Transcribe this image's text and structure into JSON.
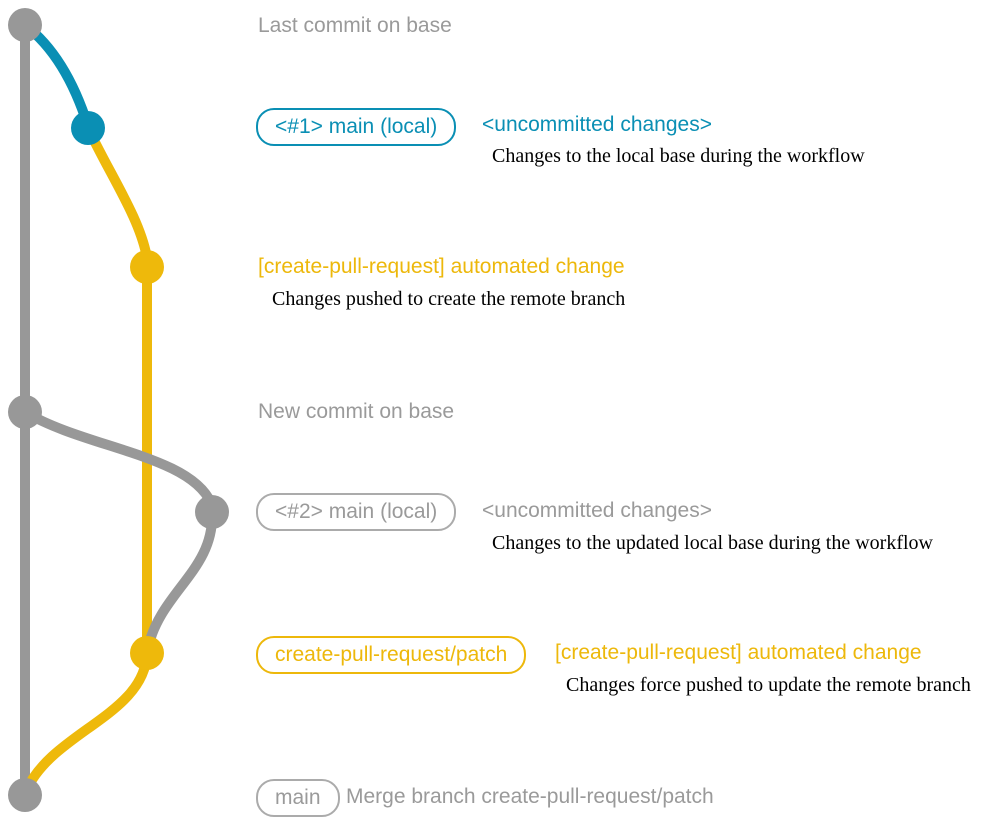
{
  "diagram": {
    "type": "git-branch-workflow",
    "colors": {
      "base_branch": "#989898",
      "local_branch": "#0a8fb4",
      "remote_branch": "#eeb90b"
    },
    "commits": [
      {
        "id": "last-commit-on-base",
        "branch": "base",
        "color_key": "base_branch"
      },
      {
        "id": "local-uncommitted-1",
        "branch": "main (local)",
        "color_key": "local_branch"
      },
      {
        "id": "automated-change-1",
        "branch": "create-pull-request/patch",
        "color_key": "remote_branch"
      },
      {
        "id": "new-commit-on-base",
        "branch": "base",
        "color_key": "base_branch"
      },
      {
        "id": "local-uncommitted-2",
        "branch": "main (local)",
        "color_key": "base_branch"
      },
      {
        "id": "automated-change-2",
        "branch": "create-pull-request/patch",
        "color_key": "remote_branch"
      },
      {
        "id": "merge-commit",
        "branch": "base",
        "color_key": "base_branch"
      }
    ]
  },
  "rows": {
    "last_commit": {
      "label": "Last commit on base"
    },
    "commit1": {
      "badge": "<#1> main (local)",
      "title": "<uncommitted changes>",
      "subtitle": "Changes to the local base during the workflow"
    },
    "push1": {
      "title": "[create-pull-request] automated change",
      "subtitle": "Changes pushed to create the remote branch"
    },
    "new_commit": {
      "label": "New commit on base"
    },
    "commit2": {
      "badge": "<#2> main (local)",
      "title": "<uncommitted changes>",
      "subtitle": "Changes to the updated local base during the workflow"
    },
    "push2": {
      "badge": "create-pull-request/patch",
      "title": "[create-pull-request] automated change",
      "subtitle": "Changes force pushed to update the remote branch"
    },
    "merge": {
      "badge": "main",
      "label": "Merge branch create-pull-request/patch"
    }
  }
}
